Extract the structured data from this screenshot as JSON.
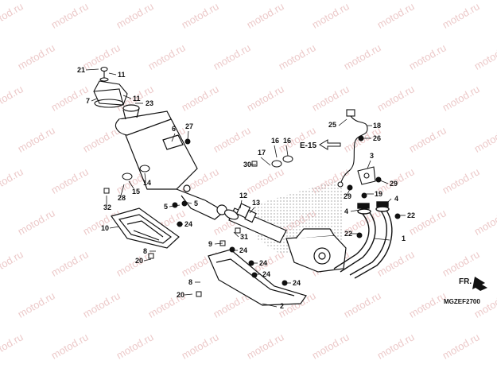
{
  "diagram": {
    "code": "MGZEF2700",
    "front_indicator": "FR.",
    "reference": "E-15",
    "watermark": "motod.ru",
    "colors": {
      "line": "#111111",
      "shade": "#888888",
      "watermark": "#e6b8b8",
      "background": "#ffffff"
    },
    "parts": [
      {
        "number": "1"
      },
      {
        "number": "2"
      },
      {
        "number": "3"
      },
      {
        "number": "4"
      },
      {
        "number": "4"
      },
      {
        "number": "5"
      },
      {
        "number": "5"
      },
      {
        "number": "6"
      },
      {
        "number": "7"
      },
      {
        "number": "8"
      },
      {
        "number": "8"
      },
      {
        "number": "9"
      },
      {
        "number": "10"
      },
      {
        "number": "11"
      },
      {
        "number": "11"
      },
      {
        "number": "12"
      },
      {
        "number": "13"
      },
      {
        "number": "14"
      },
      {
        "number": "15"
      },
      {
        "number": "16"
      },
      {
        "number": "16"
      },
      {
        "number": "17"
      },
      {
        "number": "18"
      },
      {
        "number": "19"
      },
      {
        "number": "20"
      },
      {
        "number": "20"
      },
      {
        "number": "21"
      },
      {
        "number": "22"
      },
      {
        "number": "22"
      },
      {
        "number": "23"
      },
      {
        "number": "24"
      },
      {
        "number": "24"
      },
      {
        "number": "24"
      },
      {
        "number": "24"
      },
      {
        "number": "24"
      },
      {
        "number": "25"
      },
      {
        "number": "26"
      },
      {
        "number": "27"
      },
      {
        "number": "28"
      },
      {
        "number": "29"
      },
      {
        "number": "29"
      },
      {
        "number": "30"
      },
      {
        "number": "31"
      },
      {
        "number": "32"
      }
    ]
  }
}
